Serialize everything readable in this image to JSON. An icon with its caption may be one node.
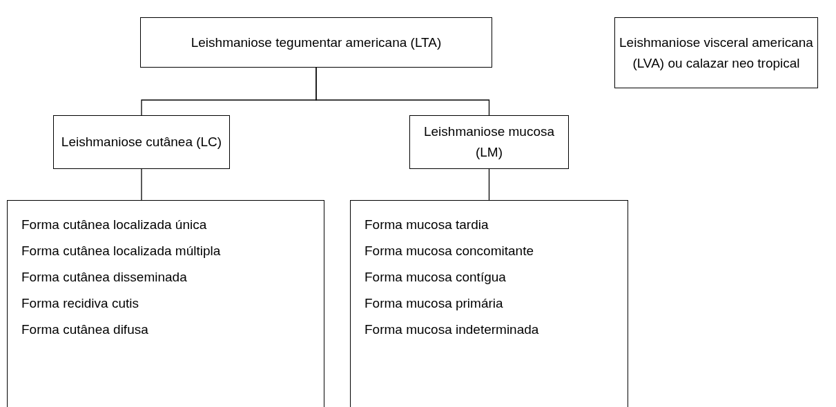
{
  "diagram": {
    "nodes": [
      {
        "text": [
          "Leishmaniose tegumentar americana (LTA)"
        ]
      },
      {
        "text": [
          "Leishmaniose visceral americana (LVA) ou calazar neo tropical"
        ]
      },
      {
        "text": [
          "Leishmaniose cutânea (LC)"
        ]
      },
      {
        "text": [
          "Leishmaniose mucosa (LM)"
        ]
      },
      {
        "text": [
          "Forma cutânea localizada única",
          "Forma cutânea localizada múltipla",
          "Forma cutânea disseminada",
          "Forma recidiva cutis",
          "Forma cutânea difusa"
        ]
      },
      {
        "text": [
          "Forma mucosa tardia",
          "Forma mucosa concomitante",
          "Forma mucosa contígua",
          "Forma mucosa primária",
          "Forma mucosa indeterminada"
        ]
      }
    ],
    "edges": [
      {
        "from": 0,
        "to": 2,
        "arrow": "none"
      },
      {
        "from": 0,
        "to": 3,
        "arrow": "none"
      },
      {
        "from": 2,
        "to": 4,
        "arrow": "none"
      },
      {
        "from": 3,
        "to": 5,
        "arrow": "none"
      }
    ]
  }
}
